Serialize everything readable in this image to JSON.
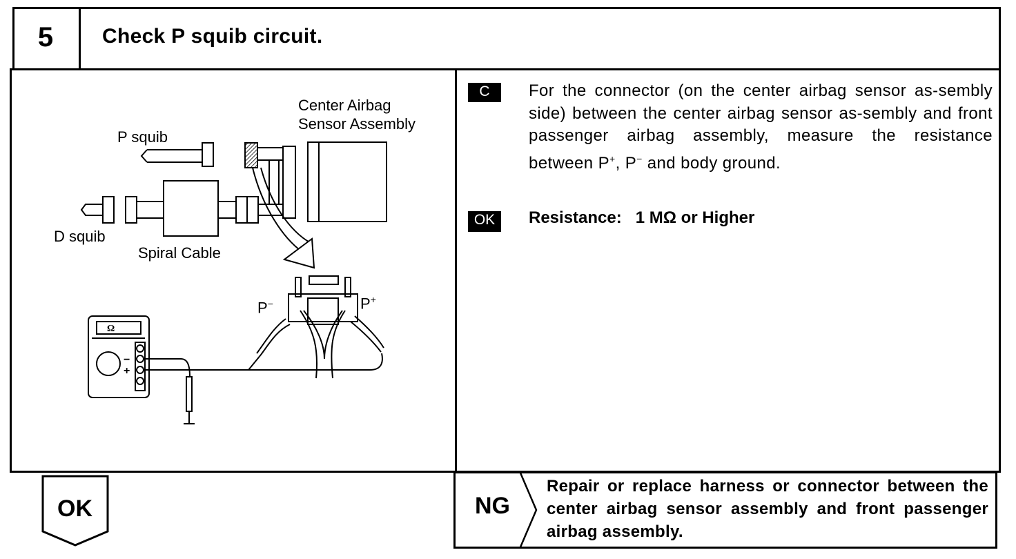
{
  "step": {
    "number": "5",
    "title": "Check P squib circuit."
  },
  "figure": {
    "center_airbag_line1": "Center Airbag",
    "center_airbag_line2": "Sensor Assembly",
    "p_squib": "P squib",
    "d_squib": "D squib",
    "spiral_cable": "Spiral Cable",
    "p_minus": "P",
    "p_minus_sup": "−",
    "p_plus": "P",
    "p_plus_sup": "+",
    "ohm_symbol": "Ω"
  },
  "check": {
    "tag": "C",
    "instruction_1": "For the connector (on the center airbag sensor as-sembly side) between the center airbag sensor as-sembly and front passenger airbag assembly, measure the resistance between P",
    "sup_plus": "+",
    "instruction_2": ", P",
    "sup_minus": "−",
    "instruction_3": " and body ground."
  },
  "ok_spec": {
    "tag": "OK",
    "label": "Resistance:",
    "value": "1 MΩ or Higher"
  },
  "ng": {
    "label": "NG",
    "text": "Repair or replace harness or connector between the center airbag sensor assembly and front passenger airbag assembly."
  },
  "ok_result": {
    "label": "OK"
  }
}
